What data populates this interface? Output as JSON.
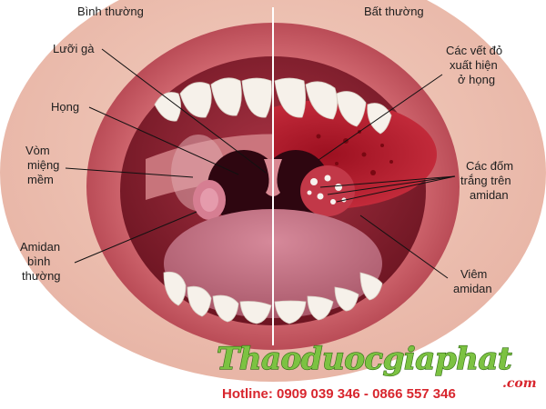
{
  "headers": {
    "left": "Bình thường",
    "right": "Bất thường"
  },
  "labels_left": {
    "uvula": "Lưỡi gà",
    "throat": "Họng",
    "soft_palate": [
      "Vòm",
      "miệng",
      "mềm"
    ],
    "normal_tonsil": [
      "Amidan",
      "bình",
      "thường"
    ]
  },
  "labels_right": {
    "red_spots": [
      "Các vết đỏ",
      "xuất hiện",
      "ở họng"
    ],
    "white_spots": [
      "Các đốm",
      "trắng trên",
      "amidan"
    ],
    "tonsillitis": [
      "Viêm",
      "amidan"
    ]
  },
  "brand": {
    "name": "Thaoduocgiaphat",
    "domain": ".com"
  },
  "hotline": "Hotline: 0909 039 346 - 0866 557 346",
  "colors": {
    "lip": "#c4525c",
    "mouth_interior": "#8a1f2a",
    "throat_dark": "#3a0710",
    "tongue": "#c67480",
    "teeth": "#f6f1ea",
    "brand_green": "#7cc242",
    "hotline_red": "#d8262e"
  }
}
